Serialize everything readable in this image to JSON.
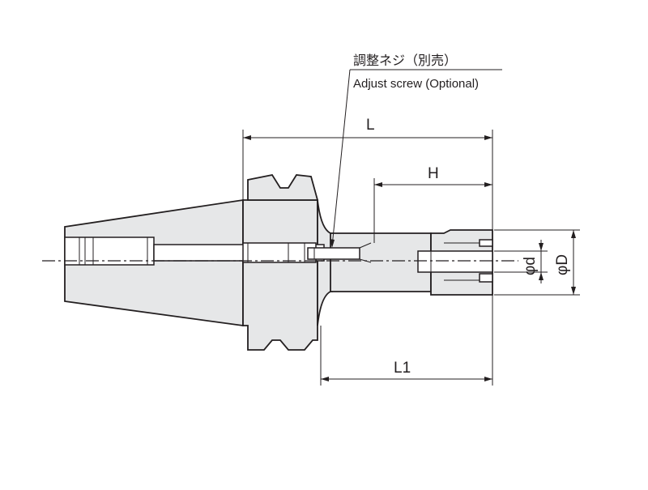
{
  "callout": {
    "label_jp": "調整ネジ（別売）",
    "label_en": "Adjust screw (Optional)"
  },
  "dimensions": {
    "L": "L",
    "H": "H",
    "L1": "L1",
    "phi_d": "φd",
    "phi_D": "φD"
  }
}
